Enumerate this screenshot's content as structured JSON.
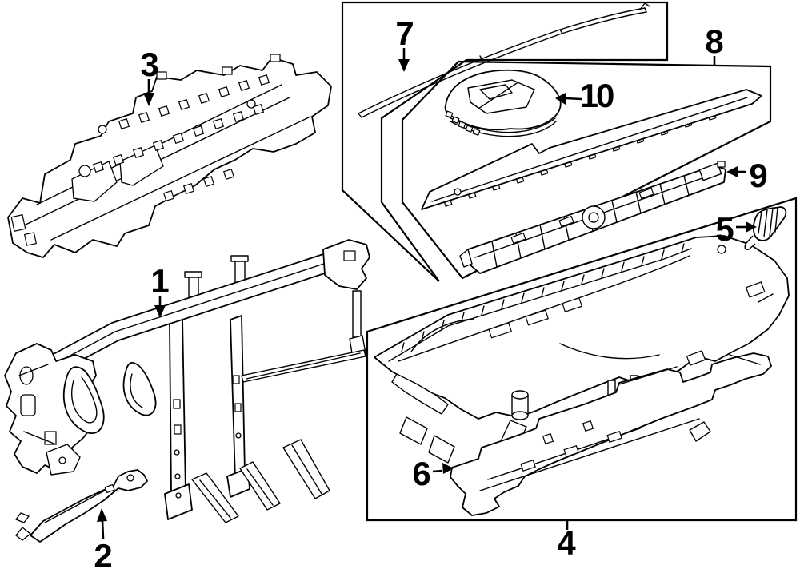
{
  "diagram": {
    "background": "#ffffff",
    "line_color": "#000000",
    "callouts": {
      "c1": "1",
      "c2": "2",
      "c3": "3",
      "c4": "4",
      "c5": "5",
      "c6": "6",
      "c7": "7",
      "c8": "8",
      "c9": "9",
      "c10": "10"
    }
  }
}
